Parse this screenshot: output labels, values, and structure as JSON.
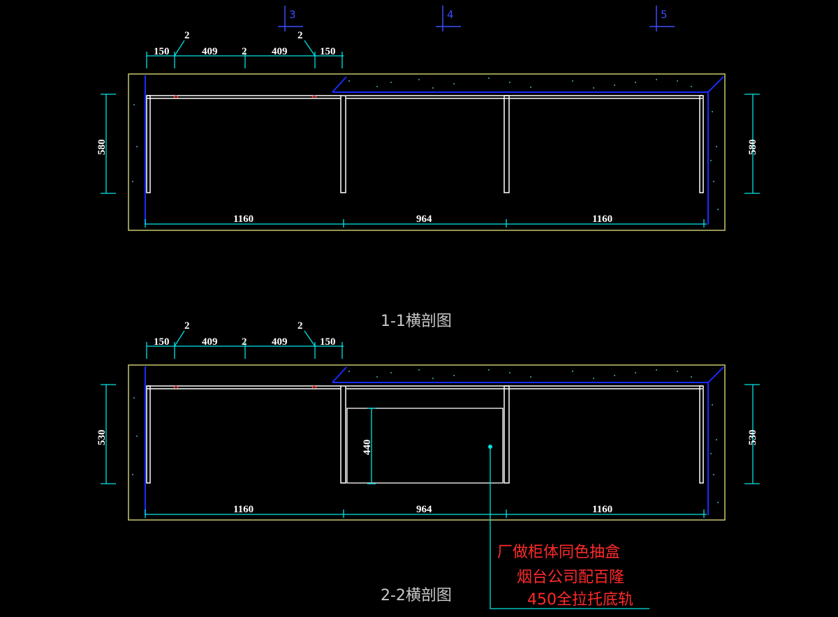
{
  "axis_markers": [
    "3",
    "4",
    "5"
  ],
  "section_1": {
    "title": "1-1横剖图",
    "top_dims": [
      "150",
      "2",
      "409",
      "2",
      "409",
      "2",
      "150"
    ],
    "depth_left": "580",
    "depth_right": "580",
    "bottom_dims": [
      "1160",
      "964",
      "1160"
    ]
  },
  "section_2": {
    "title": "2-2横剖图",
    "top_dims": [
      "150",
      "2",
      "409",
      "2",
      "409",
      "2",
      "150"
    ],
    "depth_left": "530",
    "depth_right": "530",
    "drawer_height": "440",
    "bottom_dims": [
      "1160",
      "964",
      "1160"
    ]
  },
  "annotation": {
    "lines": [
      "厂做柜体同色抽盒",
      "烟台公司配百隆",
      "450全拉托底轨"
    ]
  },
  "colors": {
    "background": "#000000",
    "dimension": "#00e5e5",
    "wall_outline": "#c8c870",
    "wall_fill_dots": "#4fa8c8",
    "cabinet": "#ffffff",
    "counter_line": "#1a2bff",
    "note": "#ff2a2a"
  }
}
